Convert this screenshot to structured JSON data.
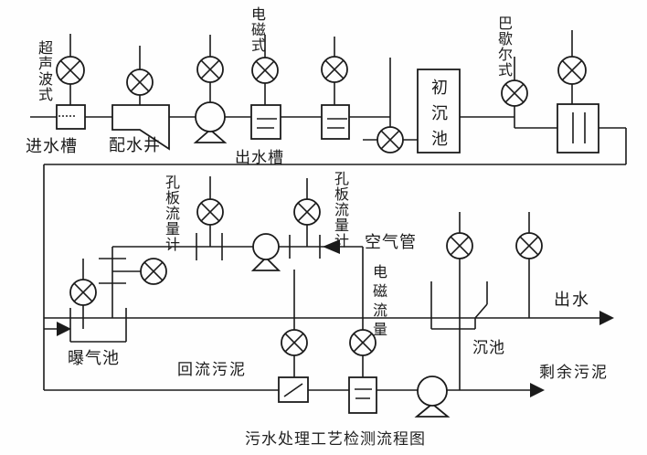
{
  "diagram": {
    "title": "污水处理工艺检测流程图",
    "labels": {
      "ultrasonic_type": "超声波式",
      "inlet_channel": "进水槽",
      "distribution_well": "配水井",
      "electromagnetic_type": "电磁式",
      "outlet_channel": "出水槽",
      "primary_sedimentation_tank": "初沉池",
      "parshall_type": "巴歇尔式",
      "orifice_flowmeter_left": "孔板流量计",
      "orifice_flowmeter_right": "孔板流量计",
      "air_pipe": "空气管",
      "electromagnetic_flow": "电磁流量",
      "aeration_tank": "曝气池",
      "return_sludge": "回流污泥",
      "secondary_sedimentation_tank": "沉池",
      "effluent": "出水",
      "surplus_sludge": "剩余污泥"
    },
    "colors": {
      "line": "#1b1b1b",
      "background": "#fefefe",
      "text": "#1a1a1a"
    }
  }
}
